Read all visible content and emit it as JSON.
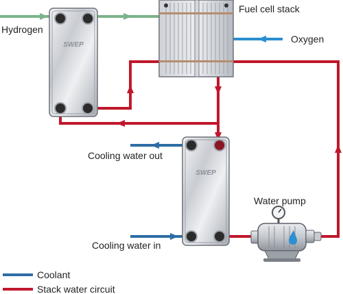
{
  "labels": {
    "hydrogen": "Hydrogen",
    "fuel_cell_stack": "Fuel cell stack",
    "oxygen": "Oxygen",
    "cooling_water_out": "Cooling water out",
    "cooling_water_in": "Cooling water in",
    "water_pump": "Water pump"
  },
  "logo_text": "SWEP",
  "legend": {
    "items": [
      {
        "label": "Coolant",
        "color": "#2e6da4"
      },
      {
        "label": "Stack water circuit",
        "color": "#c0172b"
      }
    ]
  },
  "colors": {
    "hydrogen": "#7ab48a",
    "oxygen": "#2b8fd0",
    "coolant": "#2e6da4",
    "stack_water": "#c0172b"
  }
}
